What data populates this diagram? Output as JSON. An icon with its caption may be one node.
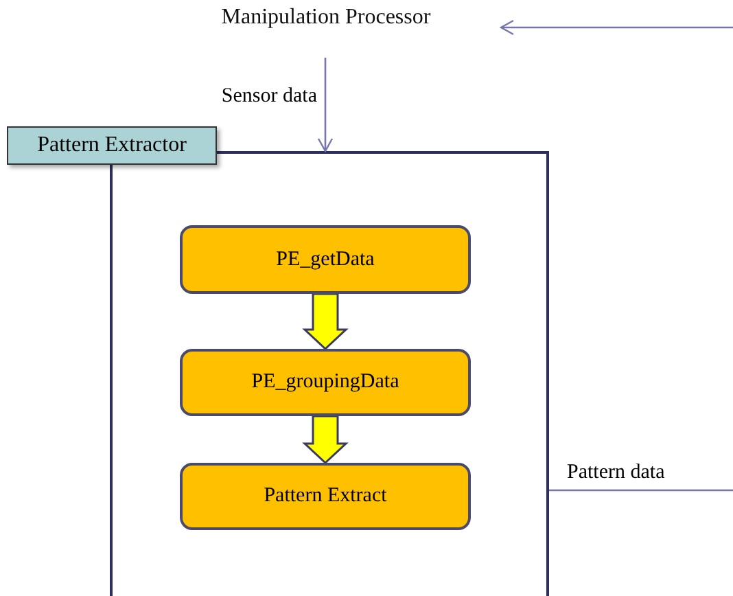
{
  "diagram": {
    "nodes": [
      {
        "text": [
          "Manipulation Processor"
        ]
      },
      {
        "text": [
          "Pattern Extractor"
        ]
      },
      {
        "text": [
          "PE_getData"
        ],
        "in": 1
      },
      {
        "text": [
          "PE_groupingData"
        ],
        "in": 1
      },
      {
        "text": [
          "Pattern Extract"
        ],
        "in": 1
      }
    ],
    "edges": [
      {
        "from": null,
        "to": 0,
        "arrow": "to"
      },
      {
        "from": 0,
        "to": 1,
        "arrow": "to",
        "label": "Sensor data"
      },
      {
        "from": 2,
        "to": 3,
        "arrow": "to",
        "style": "thick",
        "color": "#ffff00"
      },
      {
        "from": 3,
        "to": 4,
        "arrow": "to",
        "style": "thick",
        "color": "#ffff00"
      },
      {
        "from": 1,
        "to": null,
        "arrow": "none",
        "label": "Pattern data"
      }
    ]
  }
}
